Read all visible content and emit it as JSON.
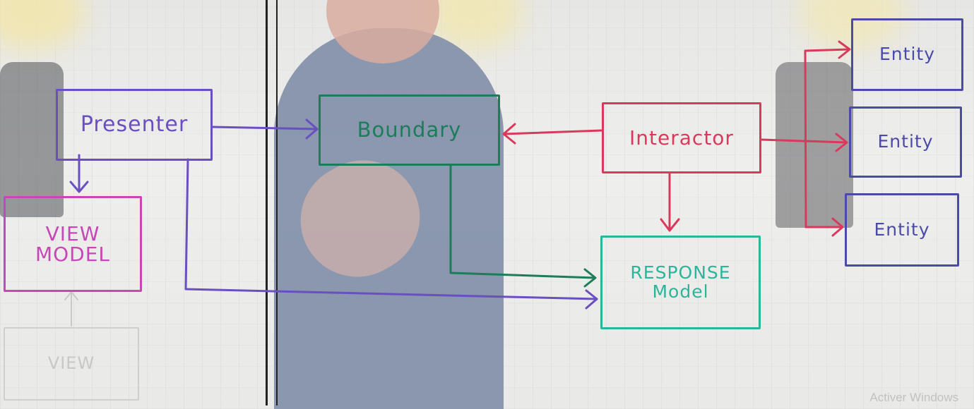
{
  "diagram": {
    "boxes": {
      "presenter": "Presenter",
      "view_model": "VIEW\nMODEL",
      "view": "VIEW",
      "boundary": "Boundary",
      "interactor": "Interactor",
      "response_model": "RESPONSE\nModel",
      "entity_1": "Entity",
      "entity_2": "Entity",
      "entity_3": "Entity"
    },
    "colors": {
      "presenter": "#6a4fc0",
      "view_model": "#c548b6",
      "view": "#c8c8c8",
      "boundary": "#1d7d5a",
      "interactor": "#d9395c",
      "response_model": "#2bb59a",
      "entity": "#4c4aa8"
    }
  },
  "watermark": "Activer Windows"
}
